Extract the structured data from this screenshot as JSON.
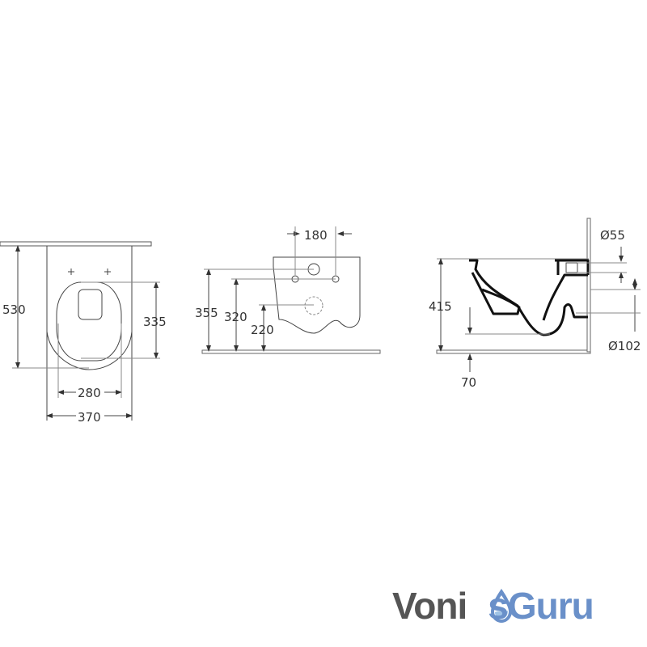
{
  "front_view": {
    "height_label": "530",
    "seat_label": "335",
    "inner_width_label": "280",
    "outer_width_label": "370"
  },
  "side_wall_view": {
    "spacing_label": "180",
    "height1_label": "355",
    "height2_label": "320",
    "height3_label": "220"
  },
  "section_view": {
    "height_label": "415",
    "offset_label": "70",
    "inlet_label": "Ø55",
    "outlet_label": "Ø102"
  },
  "logo": {
    "part1": "Voni",
    "part2": "sGuru",
    "colors": {
      "dark": "#555555",
      "blue": "#6a90c9"
    }
  }
}
